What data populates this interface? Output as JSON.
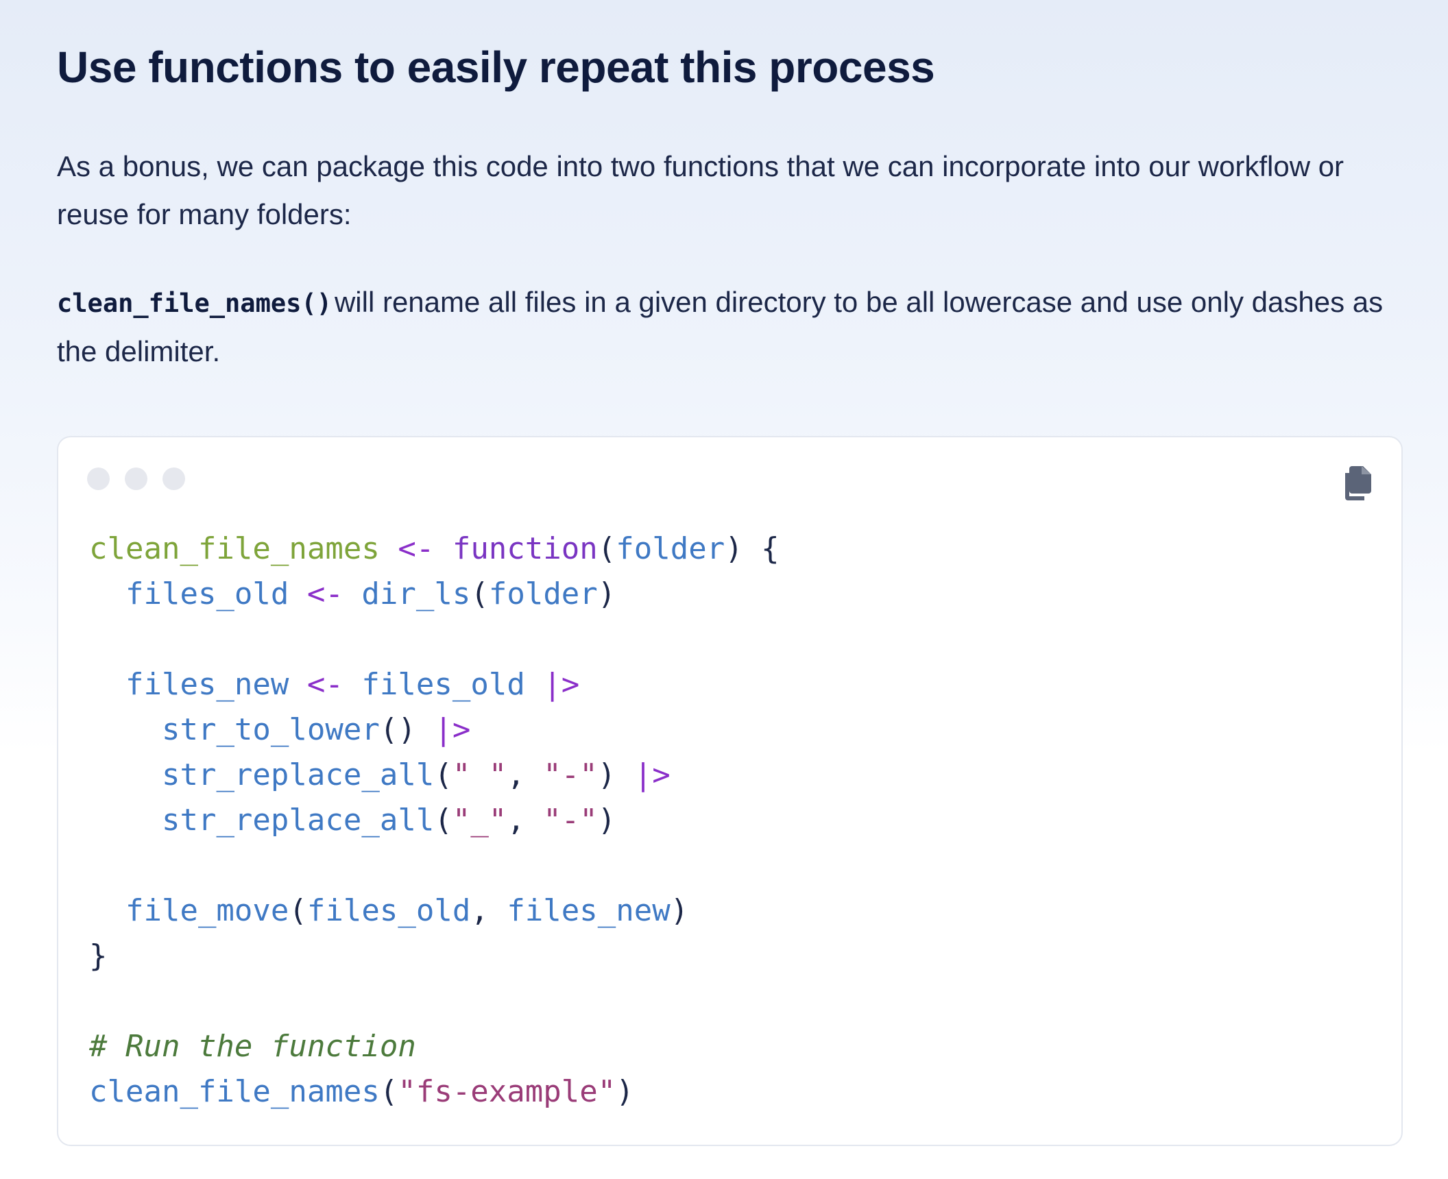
{
  "heading": "Use functions to easily repeat this process",
  "intro": "As a bonus, we can package this code into two functions that we can incorporate into our workflow or reuse for many folders:",
  "description": {
    "code": "clean_file_names()",
    "text": "will rename all files in a given directory to be all lowercase and use only dashes as the delimiter."
  },
  "code_block": {
    "window_dots": [
      "dot-1",
      "dot-2",
      "dot-3"
    ],
    "copy_icon": "copy-icon",
    "lines": [
      [
        {
          "t": "clean_file_names",
          "c": "fn-def"
        },
        {
          "t": " ",
          "c": "punc"
        },
        {
          "t": "<-",
          "c": "op"
        },
        {
          "t": " ",
          "c": "punc"
        },
        {
          "t": "function",
          "c": "kw"
        },
        {
          "t": "(",
          "c": "punc"
        },
        {
          "t": "folder",
          "c": "id"
        },
        {
          "t": ") {",
          "c": "punc"
        }
      ],
      [
        {
          "t": "  ",
          "c": "punc"
        },
        {
          "t": "files_old",
          "c": "id"
        },
        {
          "t": " ",
          "c": "punc"
        },
        {
          "t": "<-",
          "c": "op"
        },
        {
          "t": " ",
          "c": "punc"
        },
        {
          "t": "dir_ls",
          "c": "id"
        },
        {
          "t": "(",
          "c": "punc"
        },
        {
          "t": "folder",
          "c": "id"
        },
        {
          "t": ")",
          "c": "punc"
        }
      ],
      [],
      [
        {
          "t": "  ",
          "c": "punc"
        },
        {
          "t": "files_new",
          "c": "id"
        },
        {
          "t": " ",
          "c": "punc"
        },
        {
          "t": "<-",
          "c": "op"
        },
        {
          "t": " ",
          "c": "punc"
        },
        {
          "t": "files_old",
          "c": "id"
        },
        {
          "t": " ",
          "c": "punc"
        },
        {
          "t": "|>",
          "c": "op"
        }
      ],
      [
        {
          "t": "    ",
          "c": "punc"
        },
        {
          "t": "str_to_lower",
          "c": "id"
        },
        {
          "t": "() ",
          "c": "punc"
        },
        {
          "t": "|>",
          "c": "op"
        }
      ],
      [
        {
          "t": "    ",
          "c": "punc"
        },
        {
          "t": "str_replace_all",
          "c": "id"
        },
        {
          "t": "(",
          "c": "punc"
        },
        {
          "t": "\" \"",
          "c": "str"
        },
        {
          "t": ", ",
          "c": "punc"
        },
        {
          "t": "\"-\"",
          "c": "str"
        },
        {
          "t": ") ",
          "c": "punc"
        },
        {
          "t": "|>",
          "c": "op"
        }
      ],
      [
        {
          "t": "    ",
          "c": "punc"
        },
        {
          "t": "str_replace_all",
          "c": "id"
        },
        {
          "t": "(",
          "c": "punc"
        },
        {
          "t": "\"_\"",
          "c": "str"
        },
        {
          "t": ", ",
          "c": "punc"
        },
        {
          "t": "\"-\"",
          "c": "str"
        },
        {
          "t": ")",
          "c": "punc"
        }
      ],
      [],
      [
        {
          "t": "  ",
          "c": "punc"
        },
        {
          "t": "file_move",
          "c": "id"
        },
        {
          "t": "(",
          "c": "punc"
        },
        {
          "t": "files_old",
          "c": "id"
        },
        {
          "t": ", ",
          "c": "punc"
        },
        {
          "t": "files_new",
          "c": "id"
        },
        {
          "t": ")",
          "c": "punc"
        }
      ],
      [
        {
          "t": "}",
          "c": "punc"
        }
      ],
      [],
      [
        {
          "t": "# Run the function",
          "c": "comment"
        }
      ],
      [
        {
          "t": "clean_file_names",
          "c": "id"
        },
        {
          "t": "(",
          "c": "punc"
        },
        {
          "t": "\"fs-example\"",
          "c": "str"
        },
        {
          "t": ")",
          "c": "punc"
        }
      ]
    ]
  },
  "colors": {
    "heading": "#0f1b3d",
    "fn_def": "#7ea43a",
    "operator": "#8a2ec9",
    "identifier": "#3f79c4",
    "string": "#9a3c78",
    "comment": "#4c7a3c"
  }
}
